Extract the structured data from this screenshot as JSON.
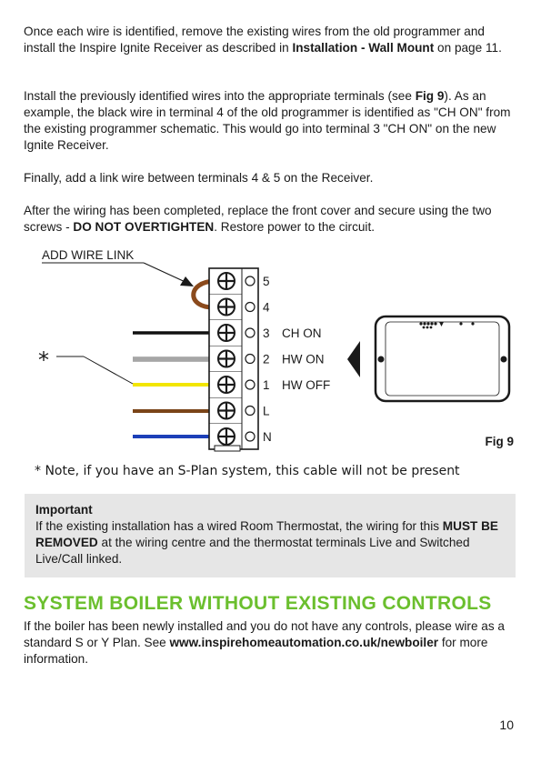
{
  "paragraphs": {
    "p1": {
      "before": "Once each wire is identified, remove the existing wires from the old programmer and install the Inspire Ignite Receiver as described in ",
      "bold": "Installation - Wall Mount",
      "after": " on page 11."
    },
    "p2": {
      "before": "Install the previously identified wires into the appropriate terminals (see ",
      "bold": "Fig 9",
      "after": "). As an example, the black wire in terminal 4 of the old programmer is identified as \"CH ON\" from the existing programmer schematic. This would go into terminal 3 \"CH ON\" on the new Ignite Receiver."
    },
    "p3": "Finally, add a link wire between terminals 4 & 5 on the Receiver.",
    "p4": {
      "before": "After the wiring has been completed, replace the front cover and secure using the two screws - ",
      "bold": "DO NOT OVERTIGHTEN",
      "after": ". Restore power to the circuit."
    }
  },
  "diagram": {
    "link_label": "ADD WIRE LINK",
    "asterisk": "*",
    "terminals": [
      {
        "number": "5",
        "function": ""
      },
      {
        "number": "4",
        "function": ""
      },
      {
        "number": "3",
        "function": "CH ON"
      },
      {
        "number": "2",
        "function": "HW ON"
      },
      {
        "number": "1",
        "function": "HW OFF"
      },
      {
        "number": "L",
        "function": ""
      },
      {
        "number": "N",
        "function": ""
      }
    ],
    "wire_colors": {
      "link": "#8b4a1c",
      "black": "#111111",
      "grey": "#a6a6a6",
      "yellow": "#f2e600",
      "brown": "#7a4418",
      "blue": "#1c3fb8"
    },
    "figure_label": "Fig 9"
  },
  "note": "* Note, if you have an S-Plan system, this cable will not be present",
  "important": {
    "heading": "Important",
    "before": "If the existing installation has a wired Room Thermostat, the wiring for this ",
    "bold": "MUST BE REMOVED",
    "after": " at the wiring centre and the thermostat terminals Live and Switched Live/Call linked."
  },
  "section": {
    "title": "SYSTEM BOILER WITHOUT EXISTING CONTROLS",
    "title_color": "#6bbf2e",
    "before": "If the boiler has been newly installed and you do not have any controls, please wire as a standard S or Y Plan. See ",
    "link": "www.inspirehomeautomation.co.uk/newboiler",
    "after": " for more information."
  },
  "page_number": "10"
}
